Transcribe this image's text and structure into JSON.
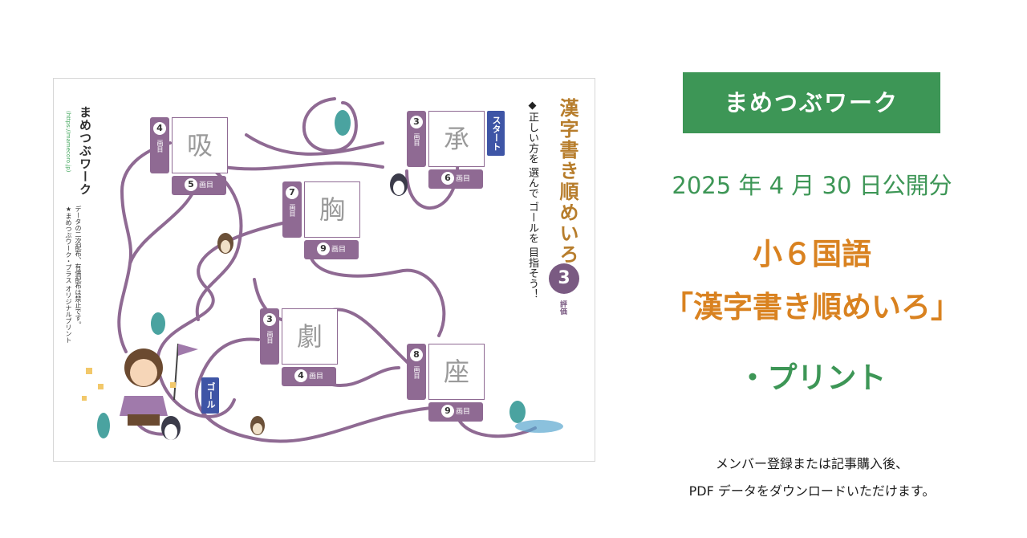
{
  "colors": {
    "brand_green": "#3d9656",
    "accent_orange": "#d98220",
    "maze_purple": "#8f6a93",
    "tag_blue": "#3e55a6"
  },
  "preview": {
    "brand": "まめつぶワーク",
    "url": "(https://mamecoro.jp)",
    "note_1": "データの二次配布、有償配布は禁止です。",
    "note_2": "★まめつぶワーク・プラス オリジナルプリント",
    "title": "漢字書き順めいろ",
    "number": "3",
    "eval_label": "評価",
    "instruction": "◆正しい方を 選んで ゴールを 目指そう！",
    "start_label": "スタート",
    "goal_label": "ゴール",
    "stroke_unit": "画目",
    "kanji_cards": [
      {
        "char": "吸",
        "left": "4",
        "bottom": "5"
      },
      {
        "char": "承",
        "left": "3",
        "bottom": "6"
      },
      {
        "char": "胸",
        "left": "7",
        "bottom": "9"
      },
      {
        "char": "劇",
        "left": "3",
        "bottom": "4"
      },
      {
        "char": "座",
        "left": "8",
        "bottom": "9"
      }
    ]
  },
  "pill": {
    "label": "まめつぶワーク"
  },
  "date": "2025 年 4 月 30 日公開分",
  "headline": {
    "line1": "小６国語",
    "line2": "「漢字書き順めいろ」",
    "line3": "・プリント"
  },
  "note": {
    "line1": "メンバー登録または記事購入後、",
    "line2": "PDF データをダウンロードいただけます。"
  }
}
